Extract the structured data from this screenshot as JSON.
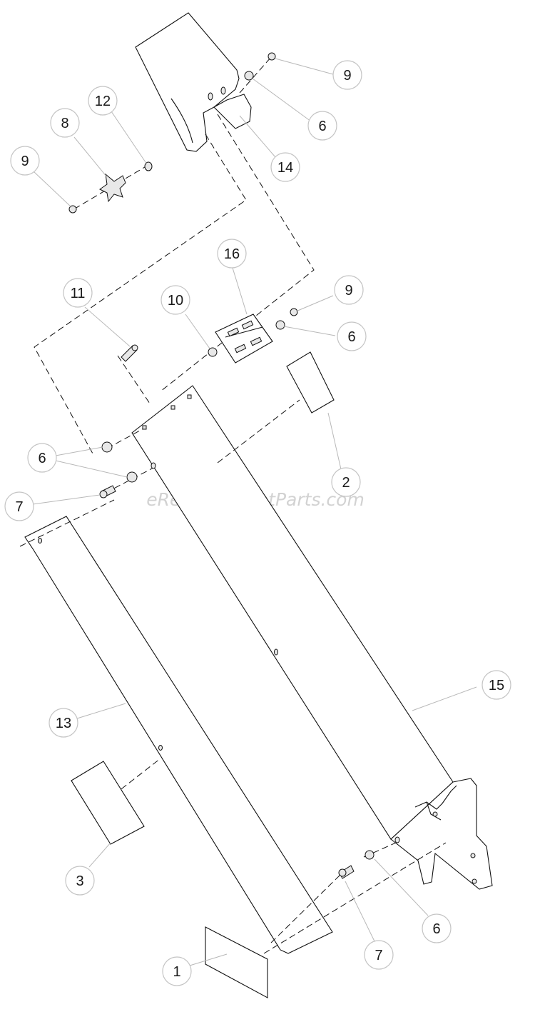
{
  "watermark": "eReplacementParts.com",
  "callouts": {
    "c9a": "9",
    "c6a": "6",
    "c14": "14",
    "c12": "12",
    "c8": "8",
    "c9b": "9",
    "c16": "16",
    "c11": "11",
    "c10": "10",
    "c9c": "9",
    "c6b": "6",
    "c6c": "6",
    "c2": "2",
    "c7a": "7",
    "c15": "15",
    "c13": "13",
    "c3": "3",
    "c6d": "6",
    "c7b": "7",
    "c1": "1"
  }
}
